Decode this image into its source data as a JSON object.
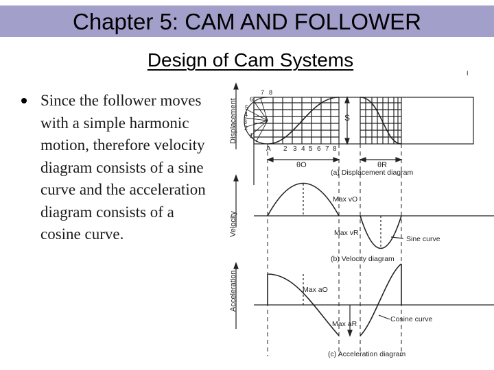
{
  "slide": {
    "chapter_title": "Chapter 5:  CAM AND FOLLOWER",
    "section_title": "Design of Cam Systems",
    "bullet_text": "Since the follower moves with a simple harmonic motion, therefore velocity diagram consists of a sine curve and the acceleration diagram consists of a cosine curve."
  },
  "figure": {
    "top_mark": "I",
    "y_axis_labels": {
      "displacement": "Displacement",
      "velocity": "Velocity",
      "acceleration": "Acceleration"
    },
    "circle_numbers": [
      "1",
      "2",
      "3",
      "4",
      "5",
      "6",
      "7",
      "8"
    ],
    "point_label": "A",
    "x_numbers": [
      "2",
      "3",
      "4",
      "5",
      "6",
      "7",
      "8"
    ],
    "stroke_label": "S",
    "theta_o": "θO",
    "theta_r": "θR",
    "captions": {
      "displacement": "(a) Displacement diagram",
      "velocity": "(b) Velocity diagram",
      "acceleration": "(c) Acceleration diagram"
    },
    "annotations": {
      "max_vo": "Max vO",
      "max_vr": "Max vR",
      "sine_curve": "Sine curve",
      "max_ao": "Max aO",
      "max_ar": "Max aR",
      "cosine_curve": "Cosine curve"
    }
  }
}
